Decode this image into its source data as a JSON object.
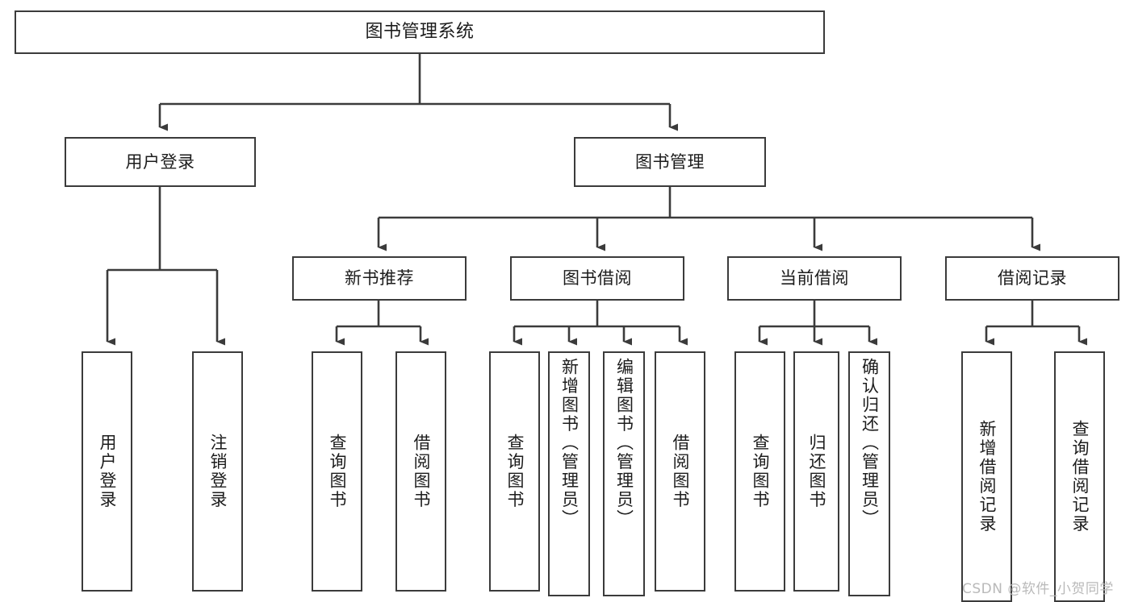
{
  "diagram": {
    "title": "图书管理系统",
    "type": "tree-hierarchy-diagram",
    "orientation": "top-down",
    "stroke_color": "#3b3b3b",
    "fill_color": "#ffffff",
    "text_color": "#1c1c1c",
    "watermark": "CSDN @软件_小贺同学",
    "nodes": {
      "root": {
        "label": "图书管理系统",
        "level": 1
      },
      "l2": [
        {
          "id": "user-login",
          "label": "用户登录",
          "level": 2
        },
        {
          "id": "book-manage",
          "label": "图书管理",
          "level": 2
        }
      ],
      "l3": [
        {
          "id": "new-book-rec",
          "label": "新书推荐",
          "level": 3,
          "parent": "book-manage"
        },
        {
          "id": "book-borrow",
          "label": "图书借阅",
          "level": 3,
          "parent": "book-manage"
        },
        {
          "id": "current-borrow",
          "label": "当前借阅",
          "level": 3,
          "parent": "book-manage"
        },
        {
          "id": "borrow-record",
          "label": "借阅记录",
          "level": 3,
          "parent": "book-manage"
        }
      ],
      "leaves": [
        {
          "id": "leaf-user-login",
          "label": "用户登录",
          "parent": "user-login"
        },
        {
          "id": "leaf-user-logout",
          "label": "注销登录",
          "parent": "user-login"
        },
        {
          "id": "leaf-query-book-1",
          "label": "查询图书",
          "parent": "new-book-rec"
        },
        {
          "id": "leaf-borrow-book-1",
          "label": "借阅图书",
          "parent": "new-book-rec"
        },
        {
          "id": "leaf-query-book-2",
          "label": "查询图书",
          "parent": "book-borrow"
        },
        {
          "id": "leaf-add-book",
          "label": "新增图书（管理员）",
          "parent": "book-borrow"
        },
        {
          "id": "leaf-edit-book",
          "label": "编辑图书（管理员）",
          "parent": "book-borrow"
        },
        {
          "id": "leaf-borrow-book-2",
          "label": "借阅图书",
          "parent": "book-borrow"
        },
        {
          "id": "leaf-query-book-3",
          "label": "查询图书",
          "parent": "current-borrow"
        },
        {
          "id": "leaf-return-book",
          "label": "归还图书",
          "parent": "current-borrow"
        },
        {
          "id": "leaf-confirm-return",
          "label": "确认归还（管理员）",
          "parent": "current-borrow"
        },
        {
          "id": "leaf-add-record",
          "label": "新增借阅记录",
          "parent": "borrow-record"
        },
        {
          "id": "leaf-query-record",
          "label": "查询借阅记录",
          "parent": "borrow-record"
        }
      ]
    }
  }
}
